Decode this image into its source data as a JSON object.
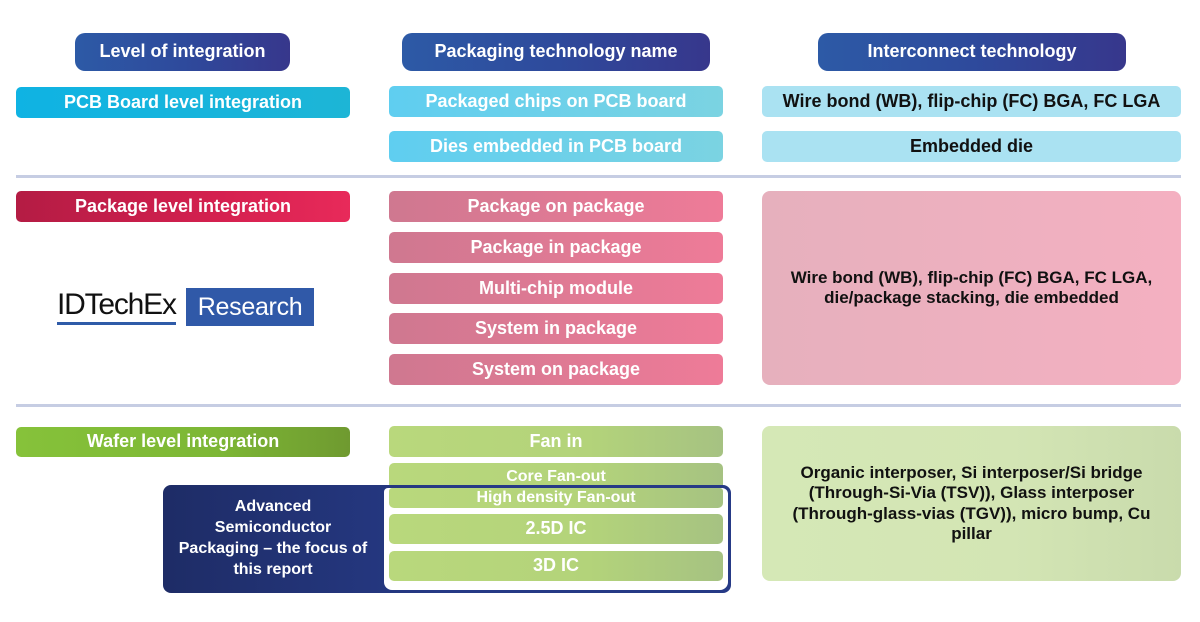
{
  "headers": {
    "level": "Level of integration",
    "packaging": "Packaging technology name",
    "interconnect": "Interconnect technology"
  },
  "pcb": {
    "level": "PCB Board level integration",
    "technologies": [
      "Packaged chips on PCB board",
      "Dies embedded in PCB board"
    ],
    "interconnects": [
      "Wire bond (WB), flip-chip (FC) BGA, FC LGA",
      "Embedded die"
    ]
  },
  "package": {
    "level": "Package level integration",
    "technologies": [
      "Package on package",
      "Package in package",
      "Multi-chip module",
      "System in package",
      "System on package"
    ],
    "interconnect": "Wire bond (WB), flip-chip (FC) BGA, FC LGA, die/package stacking, die embedded"
  },
  "wafer": {
    "level": "Wafer level integration",
    "technologies": [
      "Fan in",
      "Core Fan-out",
      "High density Fan-out",
      "2.5D IC",
      "3D IC"
    ],
    "interconnect": "Organic interposer, Si interposer/Si bridge (Through-Si-Via (TSV)), Glass interposer (Through-glass-vias (TGV)), micro bump, Cu pillar"
  },
  "highlight": {
    "label": "Advanced Semiconductor Packaging – the focus of this report"
  },
  "logo": {
    "main": "IDTechEx",
    "sub": "Research"
  },
  "colors": {
    "header": "#2e4a9c",
    "pcb": "#0fb3e3",
    "package": "#d4204f",
    "wafer": "#7db735",
    "highlight": "#263a86"
  }
}
